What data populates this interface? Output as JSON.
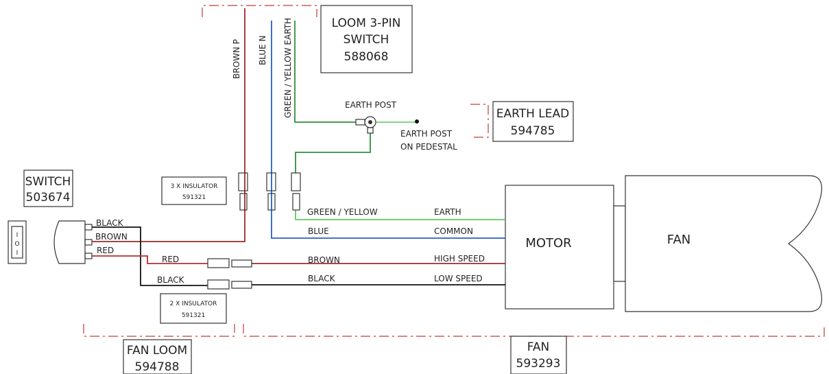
{
  "labels": {
    "loom_title_1": "LOOM 3-PIN",
    "loom_title_2": "SWITCH",
    "loom_code": "588068",
    "earth_lead_title": "EARTH LEAD",
    "earth_lead_code": "594785",
    "switch_title": "SWITCH",
    "switch_code": "503674",
    "insulator3_title": "3 X INSULATOR",
    "insulator3_code": "591321",
    "insulator2_title": "2 X INSULATOR",
    "insulator2_code": "591321",
    "fan_loom_title": "FAN LOOM",
    "fan_loom_code": "594788",
    "fan_title": "FAN",
    "fan_code": "593293",
    "motor": "MOTOR",
    "fan_body": "FAN",
    "earth_post": "EARTH POST",
    "earth_post_ped_1": "EARTH POST",
    "earth_post_ped_2": "ON PEDESTAL",
    "wire_brown_p": "BROWN P",
    "wire_blue_n": "BLUE N",
    "wire_gy_earth": "GREEN / YELLOW EARTH",
    "sw_black": "BLACK",
    "sw_brown": "BROWN",
    "sw_red": "RED",
    "red": "RED",
    "black": "BLACK",
    "green_yellow": "GREEN / YELLOW",
    "blue": "BLUE",
    "brown": "BROWN",
    "black2": "BLACK",
    "earth": "EARTH",
    "common": "COMMON",
    "high_speed": "HIGH SPEED",
    "low_speed": "LOW SPEED"
  },
  "colors": {
    "wire_brown": "#9c2a2a",
    "wire_blue": "#2a5fbf",
    "wire_green": "#5cc95c",
    "wire_green_dark": "#2f8f3a",
    "wire_black": "#111111",
    "wire_red": "#b03030",
    "dash_red": "#c03a3a"
  }
}
